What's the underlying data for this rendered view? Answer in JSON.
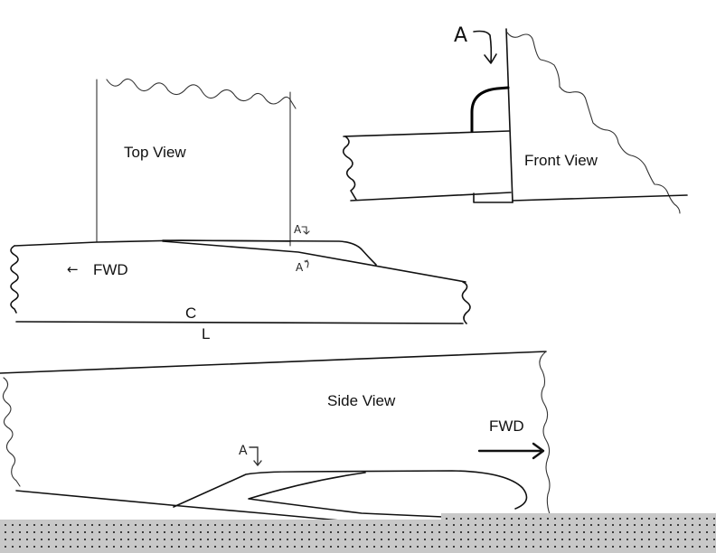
{
  "top_view": {
    "title": "Top View",
    "fwd_label": "FWD",
    "fwd_arrow": "←",
    "centerline_c": "C",
    "centerline_l": "L",
    "section_mark_upper": "A",
    "section_mark_lower": "A"
  },
  "front_view": {
    "title": "Front View",
    "section_mark": "A"
  },
  "side_view": {
    "title": "Side View",
    "fwd_label": "FWD",
    "section_mark": "A"
  },
  "colors": {
    "ink": "#111111",
    "background": "#ffffff",
    "missing_region": "#c8c8c8"
  }
}
